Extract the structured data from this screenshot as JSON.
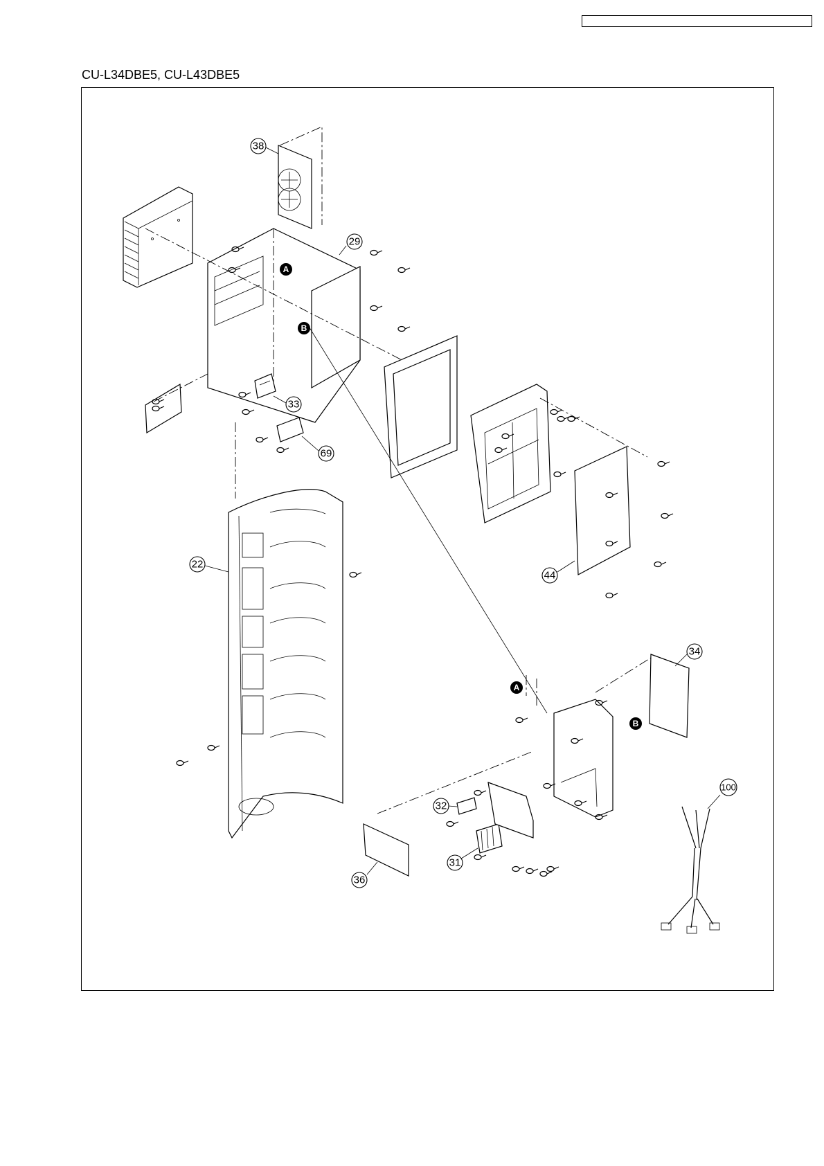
{
  "document": {
    "model_title": "CU-L34DBE5, CU-L43DBE5"
  },
  "callouts": [
    "38",
    "29",
    "33",
    "69",
    "22",
    "44",
    "34",
    "32",
    "31",
    "36",
    "100"
  ],
  "reference_markers": [
    "A",
    "B"
  ]
}
